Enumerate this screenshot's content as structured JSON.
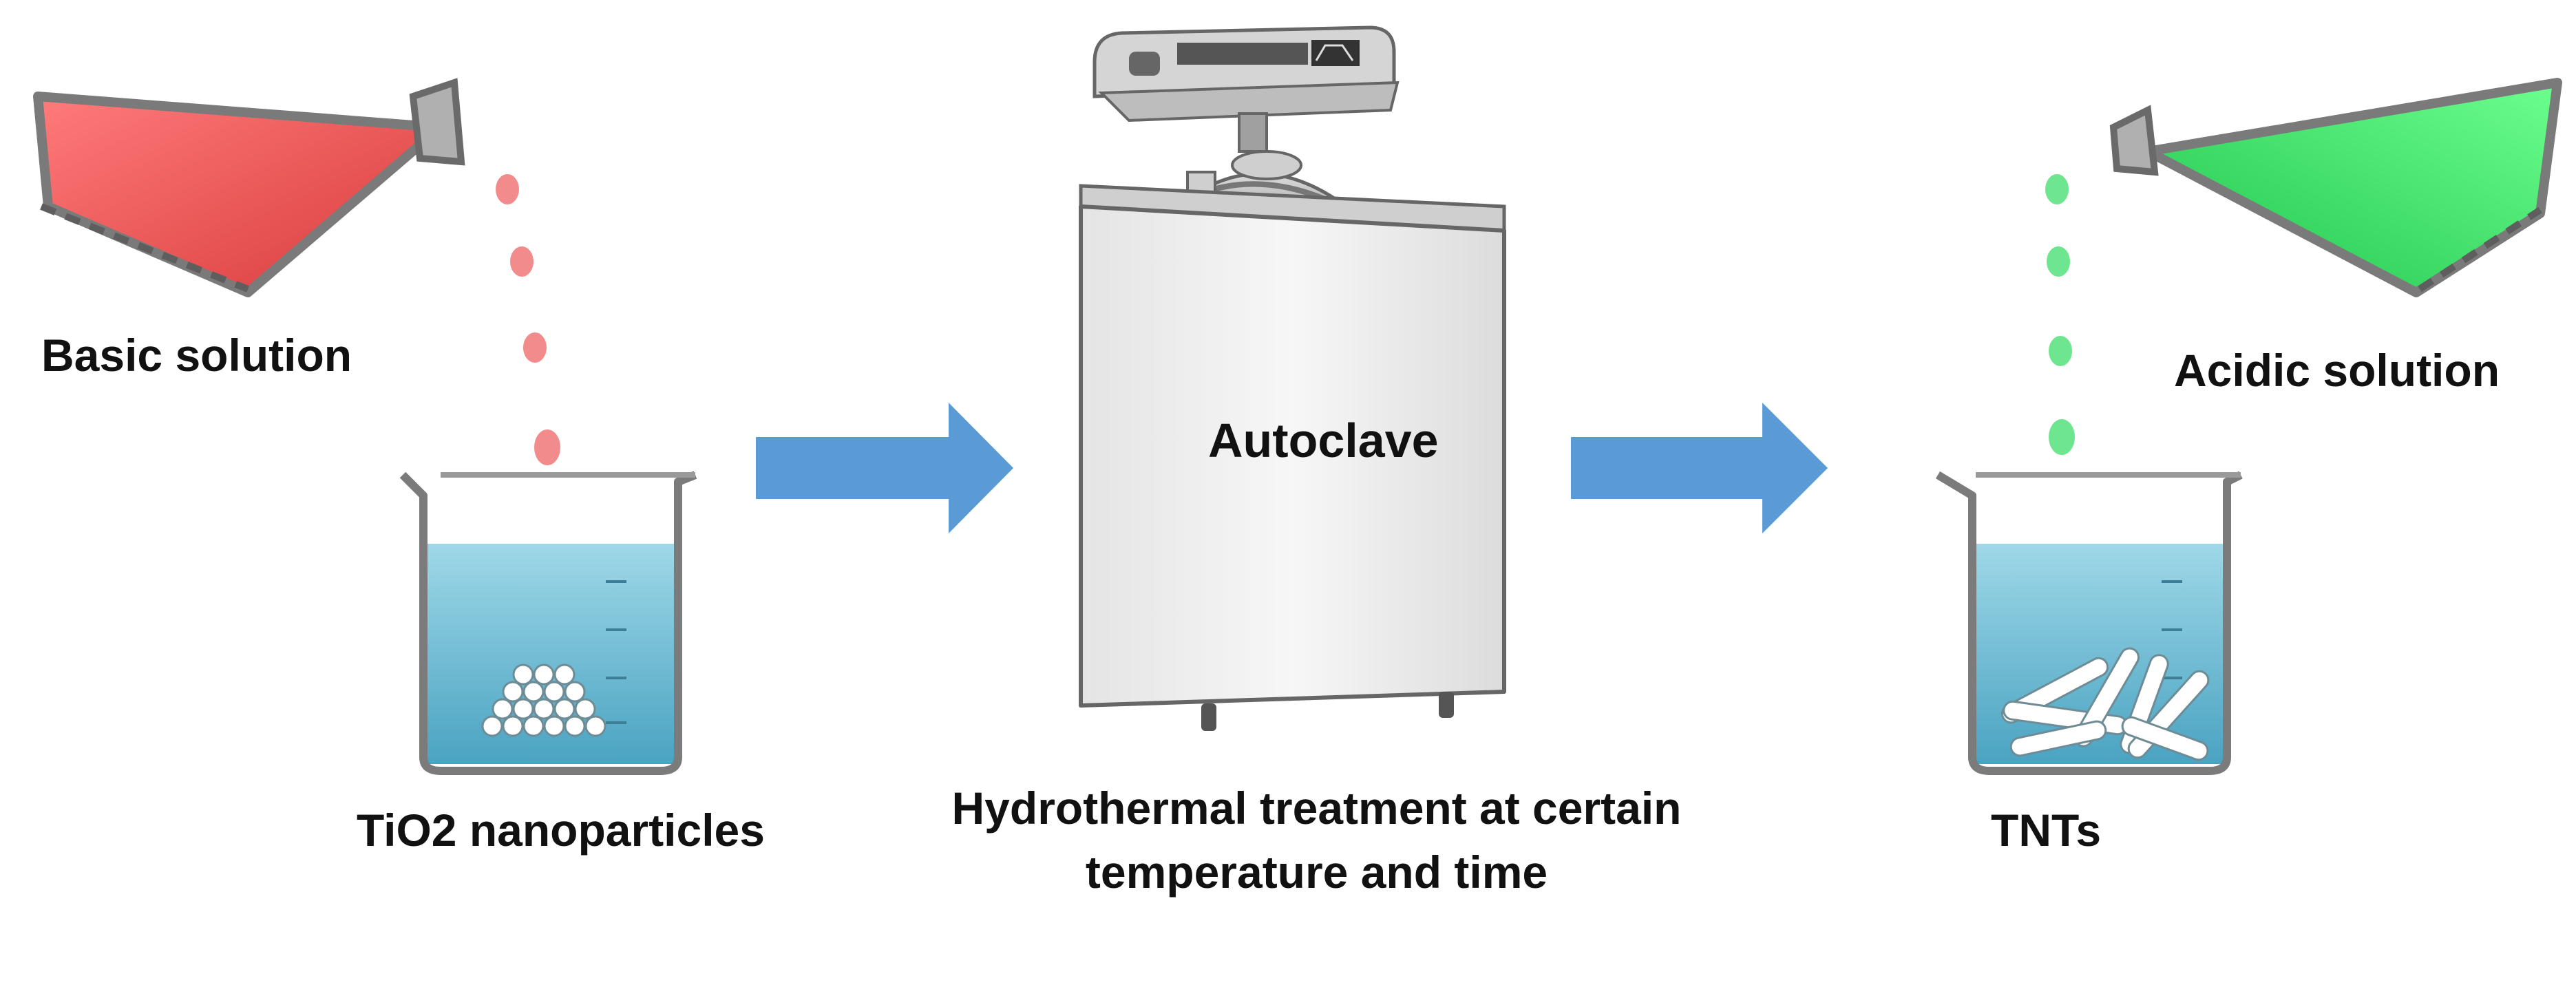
{
  "labels": {
    "basic_solution": "Basic solution",
    "acidic_solution": "Acidic solution",
    "tio2_nanoparticles": "TiO2 nanoparticles",
    "autoclave": "Autoclave",
    "hydrothermal": "Hydrothermal treatment at certain temperature and time",
    "tnts": "TNTs"
  },
  "colors": {
    "basic_liquid": "#e8504f",
    "acidic_liquid": "#3ddc6a",
    "water": "#7cc6da",
    "arrow": "#5b9bd5",
    "autoclave_body": "#eeeeee",
    "autoclave_outline": "#666666"
  },
  "icons": {
    "left_flask": "pouring-flask-icon",
    "right_flask": "pouring-flask-icon",
    "left_beaker": "beaker-icon",
    "right_beaker": "beaker-icon",
    "autoclave": "autoclave-icon",
    "arrows": "right-arrow-icon"
  }
}
